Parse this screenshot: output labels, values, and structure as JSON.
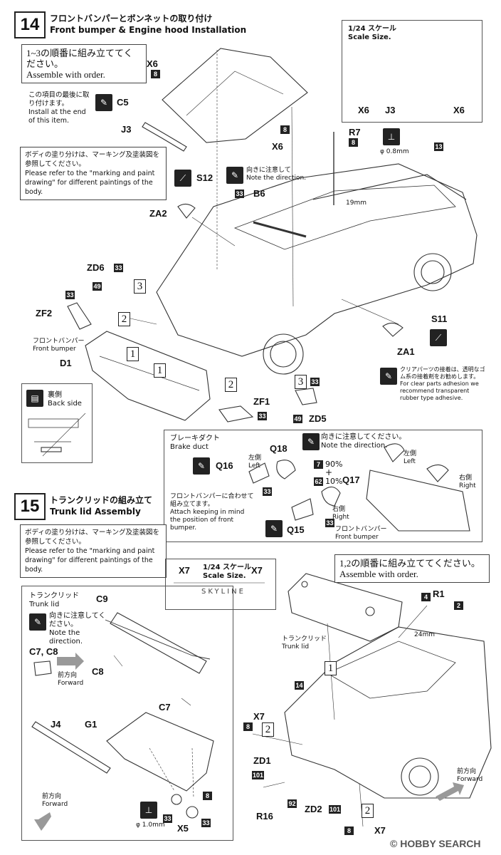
{
  "step14": {
    "number": "14",
    "title_ja": "フロントバンパーとボンネットの取り付け",
    "title_en": "Front bumper & Engine hood Installation",
    "order_ja": "1~3の順番に組み立ててください。",
    "order_en": "Assemble with order.",
    "install_end_ja": "この項目の最後に取り付けます。",
    "install_end_en": "Install at the end of this item.",
    "paint_ja": "ボディの塗り分けは、マーキング及塗装図を参照してください。",
    "paint_en": "Please refer to the \"marking and paint drawing\" for different paintings of the body.",
    "scale_ja": "1/24 スケール",
    "scale_en": "Scale Size.",
    "direction_ja": "向きに注意して",
    "direction_en": "Note the direction.",
    "antenna_dim": "φ 0.8mm",
    "antenna_len": "19mm",
    "clear_ja": "クリアパーツの接着は、透明なゴム系の接着剤をお勧めします。",
    "clear_en": "For clear parts adhesion we recommend transparent rubber type adhesive.",
    "front_bumper_ja": "フロントバンパー",
    "front_bumper_en": "Front bumper",
    "back_ja": "裏側",
    "back_en": "Back side",
    "brake_ja": "ブレーキダクト",
    "brake_en": "Brake duct",
    "left_ja": "左側",
    "left_en": "Left",
    "right_ja": "右側",
    "right_en": "Right",
    "attach_ja": "フロントバンパーに合わせて組み立てます。",
    "attach_en": "Attach keeping in mind the position of front bumper.",
    "mix_a": "90%",
    "mix_plus": "+",
    "mix_b": "10%",
    "direction2_ja": "向きに注意してください。",
    "parts": {
      "x6": "X6",
      "c5": "C5",
      "j3": "J3",
      "r7": "R7",
      "s12": "S12",
      "b6": "B6",
      "za2": "ZA2",
      "zd6": "ZD6",
      "zf2": "ZF2",
      "d1": "D1",
      "zf1": "ZF1",
      "zd5": "ZD5",
      "s11": "S11",
      "za1": "ZA1",
      "q16": "Q16",
      "q18": "Q18",
      "q17": "Q17",
      "q15": "Q15"
    },
    "badges": {
      "b8": "8",
      "b13": "13",
      "b33": "33",
      "b49": "49",
      "b7": "7",
      "b62": "62"
    },
    "orders": {
      "o1": "1",
      "o2": "2",
      "o3": "3"
    }
  },
  "step15": {
    "number": "15",
    "title_ja": "トランクリッドの組み立て",
    "title_en": "Trunk lid Assembly",
    "paint_ja": "ボディの塗り分けは、マーキング及塗装図を参照してください。",
    "paint_en": "Please refer to the \"marking and paint drawing\" for different paintings of the body.",
    "trunk_ja": "トランクリッド",
    "trunk_en": "Trunk lid",
    "direction_ja": "向きに注意してください。",
    "direction_en": "Note the direction.",
    "forward_ja": "前方向",
    "forward_en": "Forward",
    "scale_ja": "1/24 スケール",
    "scale_en": "Scale Size.",
    "order_ja": "1,2の順番に組み立ててください。",
    "order_en": "Assemble with order.",
    "dim_24": "24mm",
    "dim_10": "φ 1.0mm",
    "logo": "SKYLINE",
    "parts": {
      "c9": "C9",
      "c7c8": "C7, C8",
      "c8": "C8",
      "c7": "C7",
      "j4": "J4",
      "g1": "G1",
      "x5": "X5",
      "x7": "X7",
      "r1": "R1",
      "zd1": "ZD1",
      "r16": "R16",
      "zd2": "ZD2"
    },
    "badges": {
      "b4": "4",
      "b2": "2",
      "b14": "14",
      "b8": "8",
      "b101": "101",
      "b92": "92",
      "b33": "33"
    },
    "orders": {
      "o1": "1",
      "o2": "2"
    }
  },
  "watermark": "HOBBY SEARCH",
  "watermark_copy": "©"
}
